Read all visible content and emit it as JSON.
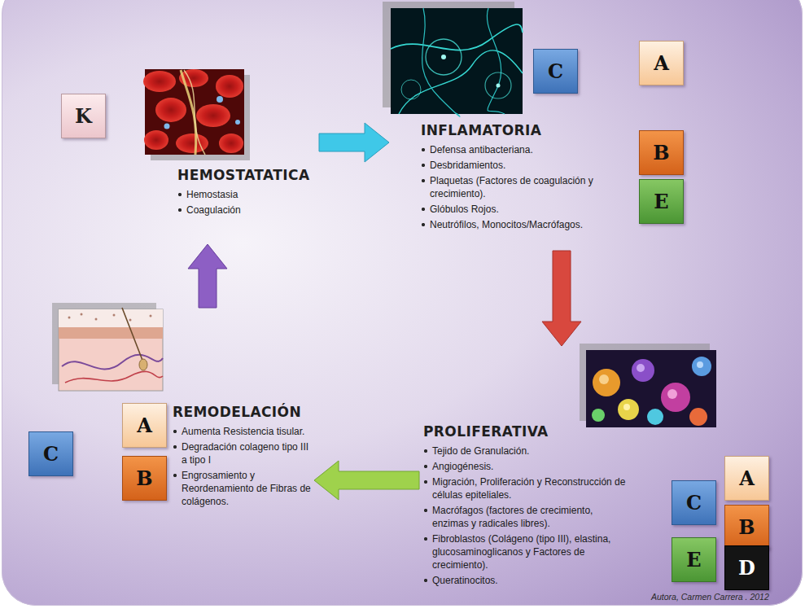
{
  "diagram": {
    "nodes": [
      {
        "text": [
          "HEMOSTATATICA",
          "Hemostasia",
          "Coagulación"
        ]
      },
      {
        "text": [
          "K"
        ],
        "in": 0
      },
      {
        "text": [
          "INFLAMATORIA",
          "Defensa antibacteriana.",
          "Desbridamientos.",
          "Plaquetas (Factores de coagulación y crecimiento).",
          "Glóbulos Rojos.",
          "Neutrófilos, Monocitos/Macrófagos."
        ]
      },
      {
        "text": [
          "C"
        ],
        "in": 2
      },
      {
        "text": [
          "A"
        ],
        "in": 2
      },
      {
        "text": [
          "B"
        ],
        "in": 2
      },
      {
        "text": [
          "E"
        ],
        "in": 2
      },
      {
        "text": [
          "PROLIFERATIVA",
          "Tejido de Granulación.",
          "Angiogénesis.",
          "Migración, Proliferación y Reconstrucción de células epiteliales.",
          "Macrófagos (factores de crecimiento, enzimas y radicales libres).",
          "Fibroblastos (Colágeno (tipo III), elastina, glucosaminoglicanos y Factores de crecimiento).",
          "Queratinocitos."
        ]
      },
      {
        "text": [
          "A"
        ],
        "in": 7
      },
      {
        "text": [
          "C"
        ],
        "in": 7
      },
      {
        "text": [
          "B"
        ],
        "in": 7
      },
      {
        "text": [
          "E"
        ],
        "in": 7
      },
      {
        "text": [
          "D"
        ],
        "in": 7
      },
      {
        "text": [
          "REMODELACIÓN",
          "Aumenta Resistencia tisular.",
          "Degradación colageno tipo III a tipo I",
          "Engrosamiento y Reordenamiento de Fibras de colágenos."
        ]
      },
      {
        "text": [
          "A"
        ],
        "in": 13
      },
      {
        "text": [
          "C"
        ],
        "in": 13
      },
      {
        "text": [
          "B"
        ],
        "in": 13
      }
    ],
    "edges": [
      {
        "from": 0,
        "to": 2,
        "arrow": "to"
      },
      {
        "from": 2,
        "to": 7,
        "arrow": "to"
      },
      {
        "from": 7,
        "to": 13,
        "arrow": "to"
      },
      {
        "from": 13,
        "to": 0,
        "arrow": "to"
      }
    ],
    "labels": [
      "Autora, Carmen Carrera . 2012"
    ]
  }
}
